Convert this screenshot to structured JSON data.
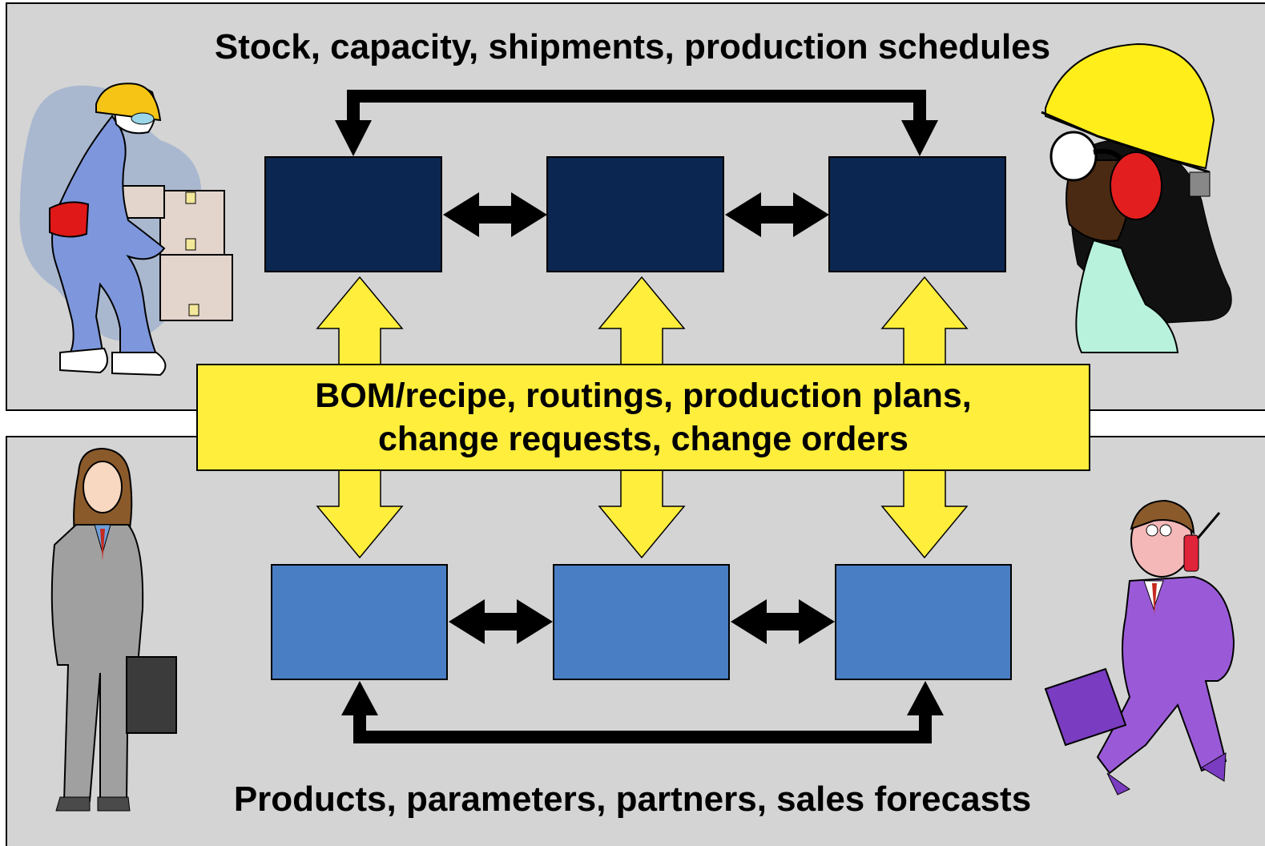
{
  "top_label": "Stock, capacity, shipments, production schedules",
  "bottom_label": "Products, parameters, partners, sales forecasts",
  "center_box": {
    "line1": "BOM/recipe, routings, production plans,",
    "line2": "change requests, change orders"
  },
  "colors": {
    "panel_bg": "#d4d4d4",
    "top_boxes": "#0b2650",
    "bottom_boxes": "#4a7ec4",
    "yellow": "#ffee3c",
    "arrows": "#000000"
  },
  "icons": {
    "top_left": "warehouse-worker-lifting-boxes",
    "top_right": "worker-with-hardhat-and-ear-protection",
    "bottom_left": "businesswoman-with-briefcase",
    "bottom_right": "salesman-on-phone-with-briefcase"
  }
}
